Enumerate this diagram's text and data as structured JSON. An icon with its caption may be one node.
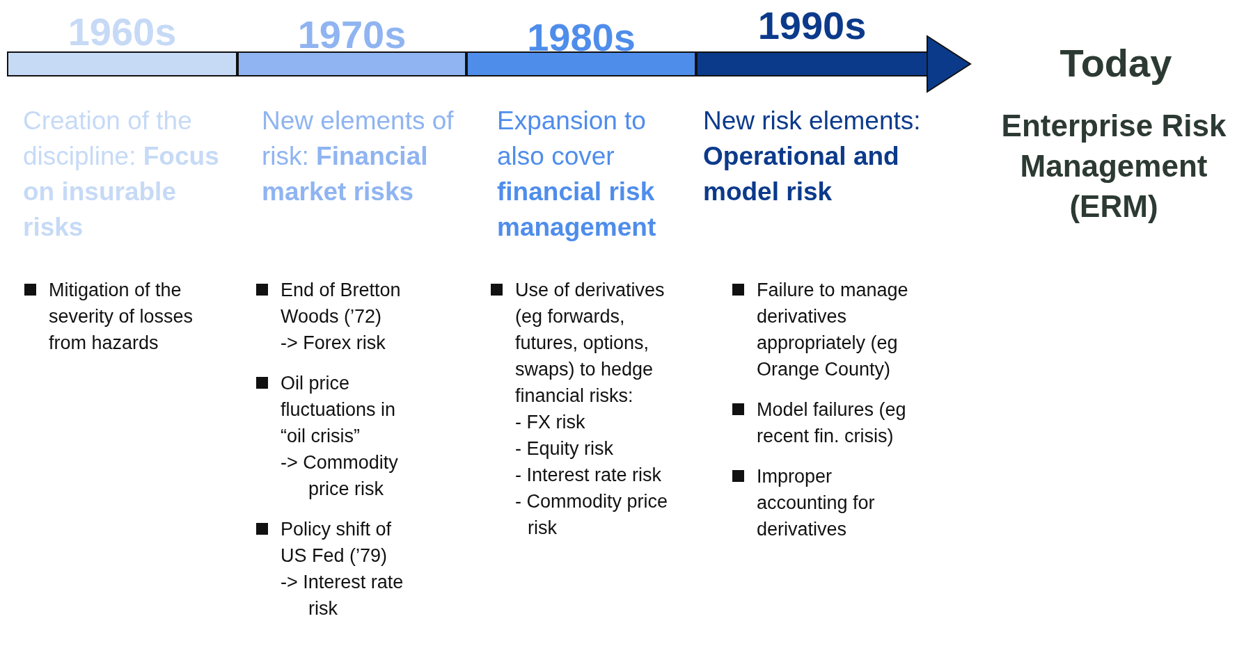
{
  "diagram": {
    "nodes": [
      {
        "text": [
          "1960s"
        ]
      },
      {
        "text": [
          "1970s"
        ]
      },
      {
        "text": [
          "1980s"
        ]
      },
      {
        "text": [
          "1990s"
        ]
      }
    ],
    "labels": [
      "Today",
      "Creation of the discipline: **Focus on insurable risks**",
      "New elements of risk: **Financial market risks**",
      "Expansion to also cover **financial risk management**",
      "New risk elements: **Operational and model risk**",
      "Enterprise Risk Management (ERM)",
      "Mitigation of the severity of losses from hazards",
      "End of Bretton Woods (’72)",
      "-> Forex risk",
      "Oil price fluctuations in “oil crisis”",
      "-> Commodity price risk",
      "Policy shift of US Fed (’79)",
      "-> Interest rate risk",
      "Use of derivatives (eg forwards, futures, options, swaps) to hedge financial risks:",
      "- FX risk",
      "- Equity risk",
      "- Interest rate risk",
      "- Commodity price risk",
      "Failure to manage derivatives appropriately (eg Orange County)",
      "Model failures (eg recent fin. crisis)",
      "Improper accounting for derivatives"
    ]
  }
}
